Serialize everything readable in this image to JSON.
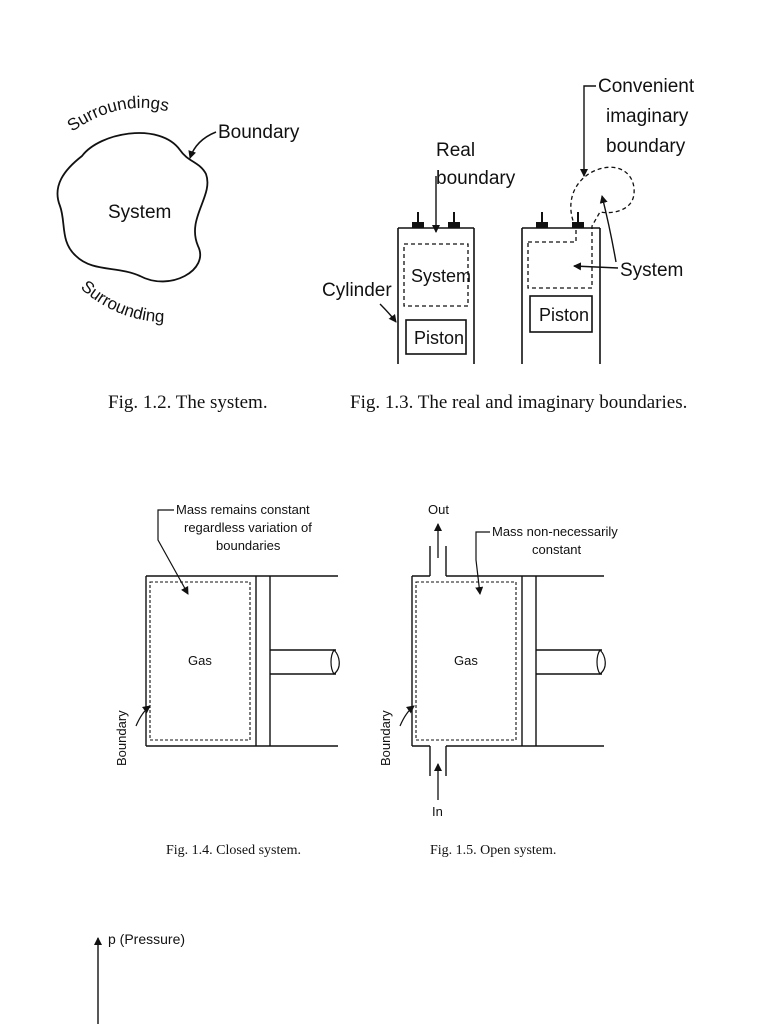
{
  "fig1": {
    "surroundings_top": "Surroundings",
    "surroundings_bottom": "Surroundings",
    "boundary": "Boundary",
    "system": "System",
    "caption": "Fig. 1.2. The system."
  },
  "fig2": {
    "real_boundary_line1": "Real",
    "real_boundary_line2": "boundary",
    "cylinder": "Cylinder",
    "system_left": "System",
    "piston_left": "Piston",
    "piston_right": "Piston",
    "convenient_line1": "Convenient",
    "convenient_line2": "imaginary",
    "convenient_line3": "boundary",
    "system_right": "System",
    "caption": "Fig. 1.3. The real and imaginary boundaries."
  },
  "fig3": {
    "note_line1": "Mass remains constant",
    "note_line2": "regardless variation of",
    "note_line3": "boundaries",
    "gas": "Gas",
    "boundary": "Boundary",
    "caption": "Fig. 1.4. Closed system."
  },
  "fig4": {
    "out": "Out",
    "note_line1": "Mass non-necessarily",
    "note_line2": "constant",
    "gas": "Gas",
    "boundary": "Boundary",
    "in": "In",
    "caption": "Fig. 1.5. Open system."
  },
  "fig5": {
    "axis_label": "p (Pressure)"
  }
}
